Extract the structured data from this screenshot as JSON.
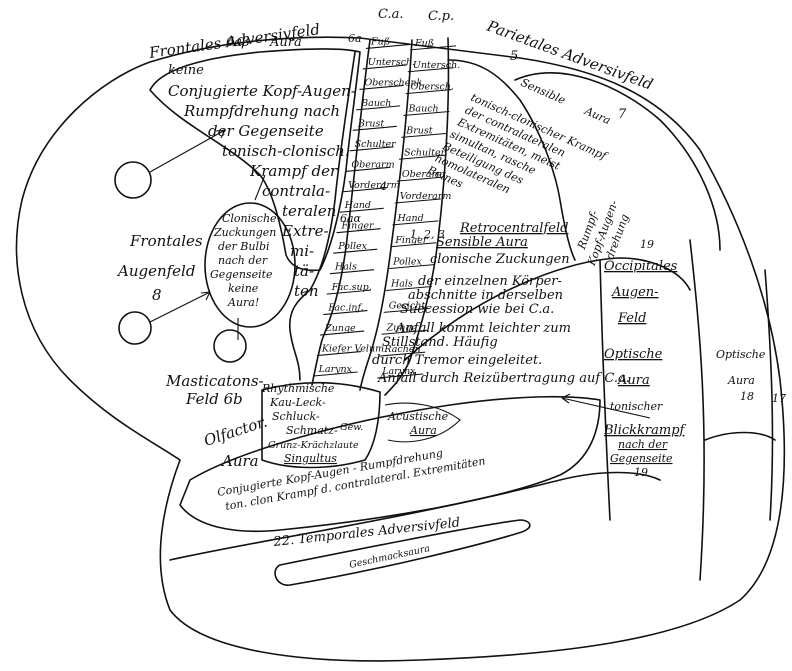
{
  "regions": {
    "frontal_adversive": "Frontales Adversivfeld",
    "area_6ab": "6aβ",
    "area_6ab_aura": "Aura",
    "area_6ab_keine": "keine",
    "area_6ab_text": [
      "Conjugierte Kopf-Augen-",
      "Rumpfdrehung nach",
      "der Gegenseite",
      "tonisch-clonisch.",
      "Krampf der",
      "contrala-",
      "teralen",
      "Extre-",
      "mi-",
      "tä-",
      "ten"
    ],
    "area_6a_top": "6a",
    "area_4": "4",
    "area_6aa": "6aα",
    "ca": "C.a.",
    "cp": "C.p.",
    "parietal_adversive": "Parietales Adversivfeld",
    "area_5": "5",
    "area_7": "7",
    "sensible_aura": [
      "Sensible",
      "Aura"
    ],
    "area_7_text": [
      "tonisch-clonischer Krampf",
      "der contralateralen",
      "Extremitäten, meist",
      "simultan, rasche",
      "Beteiligung des",
      "homolateralen",
      "Beines"
    ],
    "rumpf_text": [
      "Rumpf-",
      "Kopf-Augen-",
      "drehung"
    ],
    "area_19": "19",
    "frontal_eye_field": [
      "Frontales",
      "Augenfeld",
      "8"
    ],
    "clonic_bulbi": [
      "Clonische",
      "Zuckungen",
      "der Bulbi",
      "nach der",
      "Gegenseite",
      "keine",
      "Aura!"
    ],
    "mastication": [
      "Masticatons-",
      "Feld 6b"
    ],
    "olfactor": [
      "Olfactor.",
      "Aura"
    ],
    "retrocentral": "Retrocentralfeld",
    "sensible_aura_label": "Sensible Aura",
    "finger_123": "1, 2, 3",
    "retro_text": [
      "clonische Zuckungen",
      "der einzelnen Körper-",
      "abschnitte in derselben",
      "Succession wie bei C.a."
    ],
    "anfall_1": [
      "Anfall kommt leichter zum",
      "Stillstand. Häufig"
    ],
    "anfall_2": "durch Tremor eingeleitet.",
    "anfall_3": "Anfall durch Reizübertragung auf C.a.",
    "occipital": [
      "Occipitales",
      "Augen-",
      "Feld"
    ],
    "optische_aura": [
      "Optische",
      "Aura"
    ],
    "tonischer": "tonischer",
    "blickkrampf": [
      "Blickkrampf",
      "nach der",
      "Gegenseite"
    ],
    "area_19b": "19",
    "optische_aura_78": [
      "Optische",
      "Aura",
      "18"
    ],
    "area_17": "17",
    "rhythmische": [
      "Rhythmische",
      "Kau-Leck-",
      "Schluck-",
      "Schmatz-"
    ],
    "gew": "Gew.",
    "grunz": [
      "Grunz-Krächzlaute",
      "Singultus"
    ],
    "acustische": [
      "Acustische",
      "Aura"
    ],
    "temporal_text": [
      "Conjugierte Kopf-Augen - Rumpfdrehung",
      "ton. clon Krampf d. contralateral. Extremitäten"
    ],
    "temporal_adversive": "22. Temporales Adversivfeld",
    "geschmack": "Geschmacksaura",
    "ca_rows": [
      "Fuß",
      "Untersch.",
      "Oberschenk.",
      "Bauch",
      "Brust",
      "Schulter",
      "Oberarm",
      "Vorderarm",
      "Hand",
      "Finger",
      "Pollex",
      "Hals",
      "Fac.sup.",
      "Fac.inf.",
      "Zunge",
      "Kiefer Velum",
      "Larynx"
    ],
    "cp_rows": [
      "Fuß",
      "Untersch.",
      "Obersch.",
      "Bauch",
      "Brust",
      "Schulter",
      "Oberarm",
      "Vorderarm",
      "Hand",
      "Finger",
      "Pollex",
      "Hals",
      "Gesicht",
      "Zunge",
      "Rachen",
      "Larynx"
    ]
  }
}
